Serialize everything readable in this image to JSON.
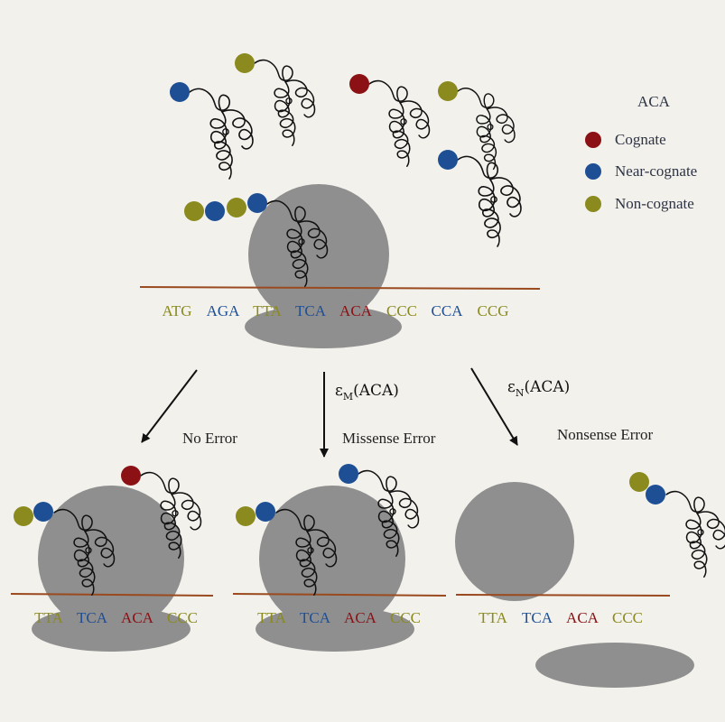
{
  "colors": {
    "cognate": "#8b1115",
    "near_cognate": "#1e4f95",
    "non_cognate": "#8a8a1e",
    "ribosome": "#8f8f8f",
    "mrna": "#9a4a1e",
    "background": "#f2f1ec"
  },
  "legend": {
    "codon": "ACA",
    "items": [
      {
        "label": "Cognate",
        "color": "#8b1115"
      },
      {
        "label": "Near-cognate",
        "color": "#1e4f95"
      },
      {
        "label": "Non-cognate",
        "color": "#8a8a1e"
      }
    ]
  },
  "top_mrna": {
    "codons": [
      {
        "text": "ATG",
        "type": "non_cognate"
      },
      {
        "text": "AGA",
        "type": "near_cognate"
      },
      {
        "text": "TTA",
        "type": "non_cognate"
      },
      {
        "text": "TCA",
        "type": "near_cognate"
      },
      {
        "text": "ACA",
        "type": "cognate"
      },
      {
        "text": "CCC",
        "type": "non_cognate"
      },
      {
        "text": "CCA",
        "type": "near_cognate"
      },
      {
        "text": "CCG",
        "type": "non_cognate"
      }
    ]
  },
  "arrows": {
    "no_error": {
      "label": "No Error"
    },
    "missense": {
      "label": "Missense Error",
      "rate_symbol": "ε",
      "rate_subscript": "M",
      "rate_argument": "(ACA)"
    },
    "nonsense": {
      "label": "Nonsense Error",
      "rate_symbol": "ε",
      "rate_subscript": "N",
      "rate_argument": "(ACA)"
    }
  },
  "bottom_panels": [
    {
      "codons": [
        {
          "text": "TTA",
          "type": "non_cognate"
        },
        {
          "text": "TCA",
          "type": "near_cognate"
        },
        {
          "text": "ACA",
          "type": "cognate"
        },
        {
          "text": "CCC",
          "type": "non_cognate"
        }
      ]
    },
    {
      "codons": [
        {
          "text": "TTA",
          "type": "non_cognate"
        },
        {
          "text": "TCA",
          "type": "near_cognate"
        },
        {
          "text": "ACA",
          "type": "cognate"
        },
        {
          "text": "CCC",
          "type": "non_cognate"
        }
      ]
    },
    {
      "codons": [
        {
          "text": "TTA",
          "type": "non_cognate"
        },
        {
          "text": "TCA",
          "type": "near_cognate"
        },
        {
          "text": "ACA",
          "type": "cognate"
        },
        {
          "text": "CCC",
          "type": "non_cognate"
        }
      ]
    }
  ]
}
